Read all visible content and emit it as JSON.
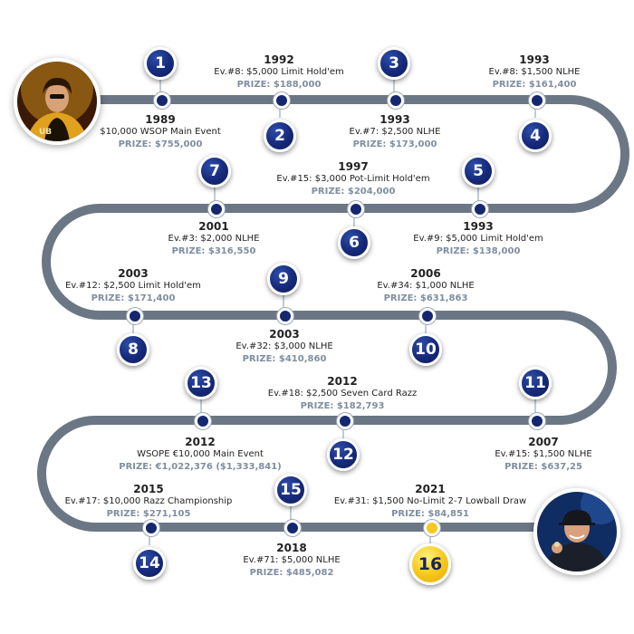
{
  "events": [
    {
      "number": "1",
      "year": "1989",
      "event": "$10,000 WSOP Main Event",
      "prize": "PRIZE: $755,000"
    },
    {
      "number": "2",
      "year": "1992",
      "event": "Ev.#8: $5,000 Limit Hold'em",
      "prize": "PRIZE: $188,000"
    },
    {
      "number": "3",
      "year": "1993",
      "event": "Ev.#7: $2,500 NLHE",
      "prize": "PRIZE: $173,000"
    },
    {
      "number": "4",
      "year": "1993",
      "event": "Ev.#8: $1,500 NLHE",
      "prize": "PRIZE: $161,400"
    },
    {
      "number": "5",
      "year": "1993",
      "event": "Ev.#9: $5,000 Limit Hold'em",
      "prize": "PRIZE: $138,000"
    },
    {
      "number": "6",
      "year": "1997",
      "event": "Ev.#15: $3,000 Pot-Limit Hold'em",
      "prize": "PRIZE: $204,000"
    },
    {
      "number": "7",
      "year": "2001",
      "event": "Ev.#3: $2,000 NLHE",
      "prize": "PRIZE: $316,550"
    },
    {
      "number": "8",
      "year": "2003",
      "event": "Ev.#12: $2,500 Limit Hold'em",
      "prize": "PRIZE: $171,400"
    },
    {
      "number": "9",
      "year": "2003",
      "event": "Ev.#32: $3,000 NLHE",
      "prize": "PRIZE: $410,860"
    },
    {
      "number": "10",
      "year": "2006",
      "event": "Ev.#34: $1,000 NLHE",
      "prize": "PRIZE: $631,863"
    },
    {
      "number": "11",
      "year": "2007",
      "event": "Ev.#15: $1,500 NLHE",
      "prize": "PRIZE: $637,25"
    },
    {
      "number": "12",
      "year": "2012",
      "event": "Ev.#18: $2,500 Seven Card Razz",
      "prize": "PRIZE: $182,793"
    },
    {
      "number": "13",
      "year": "2012",
      "event": "WSOPE €10,000 Main Event",
      "prize": "PRIZE: €1,022,376 ($1,333,841)"
    },
    {
      "number": "14",
      "year": "2015",
      "event": "Ev.#17: $10,000 Razz Championship",
      "prize": "PRIZE: $271,105"
    },
    {
      "number": "15",
      "year": "2018",
      "event": "Ev.#71: $5,000 NLHE",
      "prize": "PRIZE: $485,082"
    },
    {
      "number": "16",
      "year": "2021",
      "event": "Ev.#31: $1,500 No-Limit 2-7 Lowball Draw",
      "prize": "PRIZE: $84,851"
    }
  ],
  "colors": {
    "track": "#6b7785",
    "badge": "#16297a",
    "highlight": "#f6c61a",
    "prize": "#7f8ea0"
  },
  "photos": {
    "start": "player-1989-photo",
    "end": "player-2021-photo"
  }
}
